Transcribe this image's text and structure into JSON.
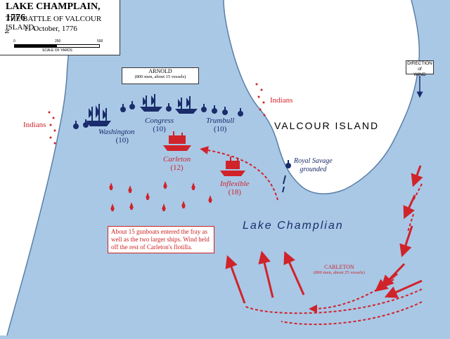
{
  "title": {
    "line1": "LAKE CHAMPLAIN, 1776",
    "line2": "THE BATTLE OF VALCOUR ISLAND,",
    "line3": "11 October, 1776"
  },
  "scale": {
    "ticks": [
      "0",
      "250",
      "500"
    ],
    "unit": "SCALE OF YARDS"
  },
  "north_label": "N",
  "arnold_box": {
    "name": "ARNOLD",
    "detail": "(800 men, about 15 vessels)"
  },
  "indians_label_right": "Indians",
  "indians_label_left": "Indians",
  "american_ships": [
    {
      "name": "Washington",
      "num": "(10)"
    },
    {
      "name": "Congress",
      "num": "(10)"
    },
    {
      "name": "Trumbull",
      "num": "(10)"
    }
  ],
  "british_ships": [
    {
      "name": "Carleton",
      "num": "(12)"
    },
    {
      "name": "Inflexible",
      "num": "(18)"
    }
  ],
  "island_label": "VALCOUR ISLAND",
  "royal_savage": {
    "line1": "Royal Savage",
    "line2": "grounded"
  },
  "lake_label": "Lake Champlian",
  "wind_box": {
    "line1": "DIRECTION",
    "line2": "of",
    "line3": "WIND"
  },
  "carleton_box": {
    "name": "CARLETON",
    "detail": "(800 men, about 25 vessels)"
  },
  "note": "About 15 gunboats entered the fray as well as the two larger ships.  Wind held off the rest of Carleton's flotilla.",
  "colors": {
    "water": "#a9c8e6",
    "land": "#ffffff",
    "american": "#1a2c6b",
    "british": "#d0232a"
  },
  "icons": [
    "compass-rose-icon",
    "american-ship-icon",
    "british-ship-icon",
    "gunboat-icon",
    "arrow-icon"
  ]
}
